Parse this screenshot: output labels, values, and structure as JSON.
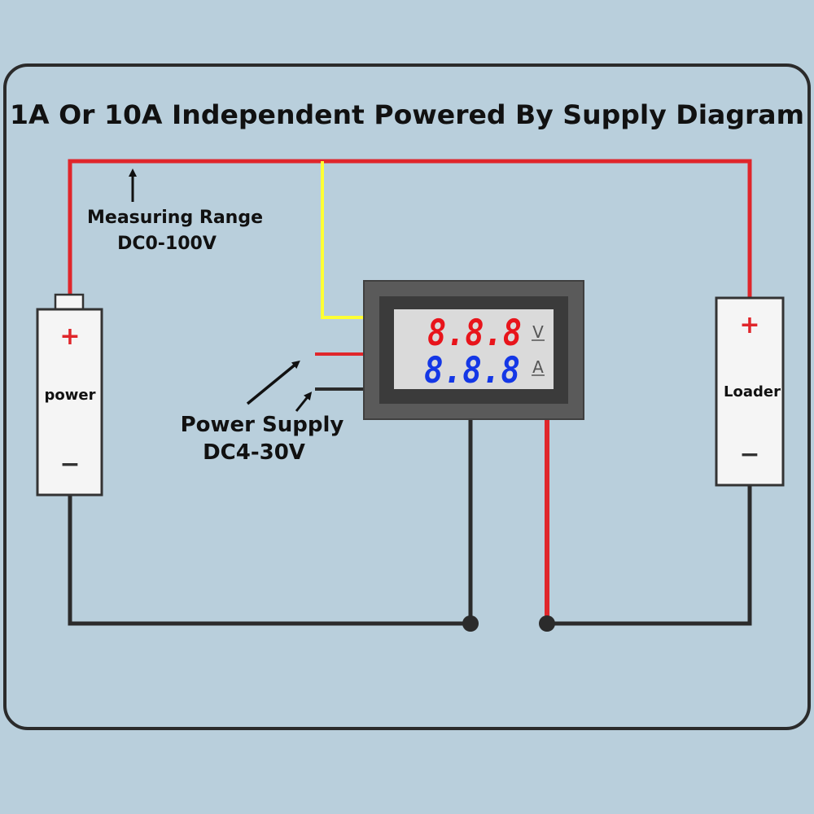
{
  "title": "1A Or 10A Independent Powered By Supply Diagram",
  "measuring": {
    "line1": "Measuring Range",
    "line2": "DC0-100V"
  },
  "supply": {
    "line1": "Power Supply",
    "line2": "DC4-30V"
  },
  "power": {
    "label": "power",
    "plus": "+",
    "minus": "−"
  },
  "loader": {
    "label": "Loader",
    "plus": "+",
    "minus": "−"
  },
  "meter": {
    "voltage_reading": "8.8.8",
    "voltage_unit": "V",
    "current_reading": "8.8.8",
    "current_unit": "A"
  },
  "colors": {
    "background": "#b9cfdc",
    "red_wire": "#e0262b",
    "black_wire": "#2b2b2b",
    "yellow_wire": "#ffff33",
    "voltage_digits": "#e8141b",
    "current_digits": "#1437e6"
  }
}
